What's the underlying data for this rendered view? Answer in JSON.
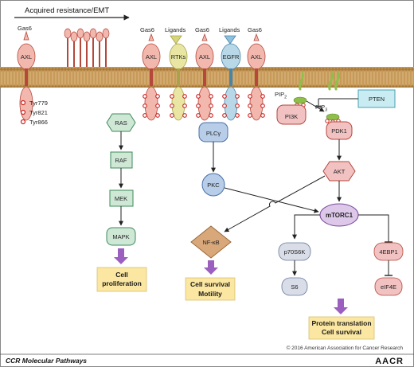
{
  "header": {
    "title": "Acquired resistance/EMT"
  },
  "colors": {
    "membrane": "#b58a4a",
    "axl_fill": "#f2b8ae",
    "axl_stroke": "#b5473b",
    "rtk_fill": "#e8e6a2",
    "rtk_stroke": "#a8a24a",
    "egfr_fill": "#b8d8e8",
    "egfr_stroke": "#4a85a8",
    "ligand_fill": "#d6d67a",
    "egfr_ligand_fill": "#8fc0dd",
    "ras_pathway_fill": "#cfe8d6",
    "ras_pathway_stroke": "#3d8a5a",
    "plc_fill": "#b8cde8",
    "pdk_fill": "#f2c2c2",
    "mtor_fill": "#ddc8ea",
    "nfkb_fill": "#d9a87a",
    "pten_fill": "#c9ecf2",
    "outcome_fill": "#fbe7a1",
    "outcome_arrow": "#9b5fbf",
    "phospho": "#cc2020",
    "pip_green": "#8fbf4a"
  },
  "receptors": {
    "gas6_label": "Gas6",
    "axl_label": "AXL",
    "ligands_label": "Ligands",
    "rtks_label": "RTKs",
    "egfr_label": "EGFR"
  },
  "phosphosites": [
    "Tyr779",
    "Tyr821",
    "Tyr866"
  ],
  "nodes": {
    "ras": "RAS",
    "raf": "RAF",
    "mek": "MEK",
    "mapk": "MAPK",
    "plcg": "PLCγ",
    "pkc": "PKC",
    "nfkb": "NF-κB",
    "pi3k": "PI3K",
    "pten": "PTEN",
    "pdk1": "PDK1",
    "akt": "AKT",
    "mtorc1": "mTORC1",
    "p70s6k": "p70S6K",
    "s6": "S6",
    "ebp1": "4EBP1",
    "eif4e": "eIF4E",
    "pip2_base": "PIP",
    "pip2_sub": "2",
    "pip3_base": "PIP",
    "pip3_sub": "3"
  },
  "outcomes": {
    "proliferation_line1": "Cell",
    "proliferation_line2": "proliferation",
    "survival_line1": "Cell survival",
    "survival_line2": "Motility",
    "translation_line1": "Protein translation",
    "translation_line2": "Cell survival"
  },
  "footer": {
    "copyright": "© 2016 American Association for Cancer Research",
    "journal": "CCR Molecular Pathways",
    "brand": "AACR"
  }
}
